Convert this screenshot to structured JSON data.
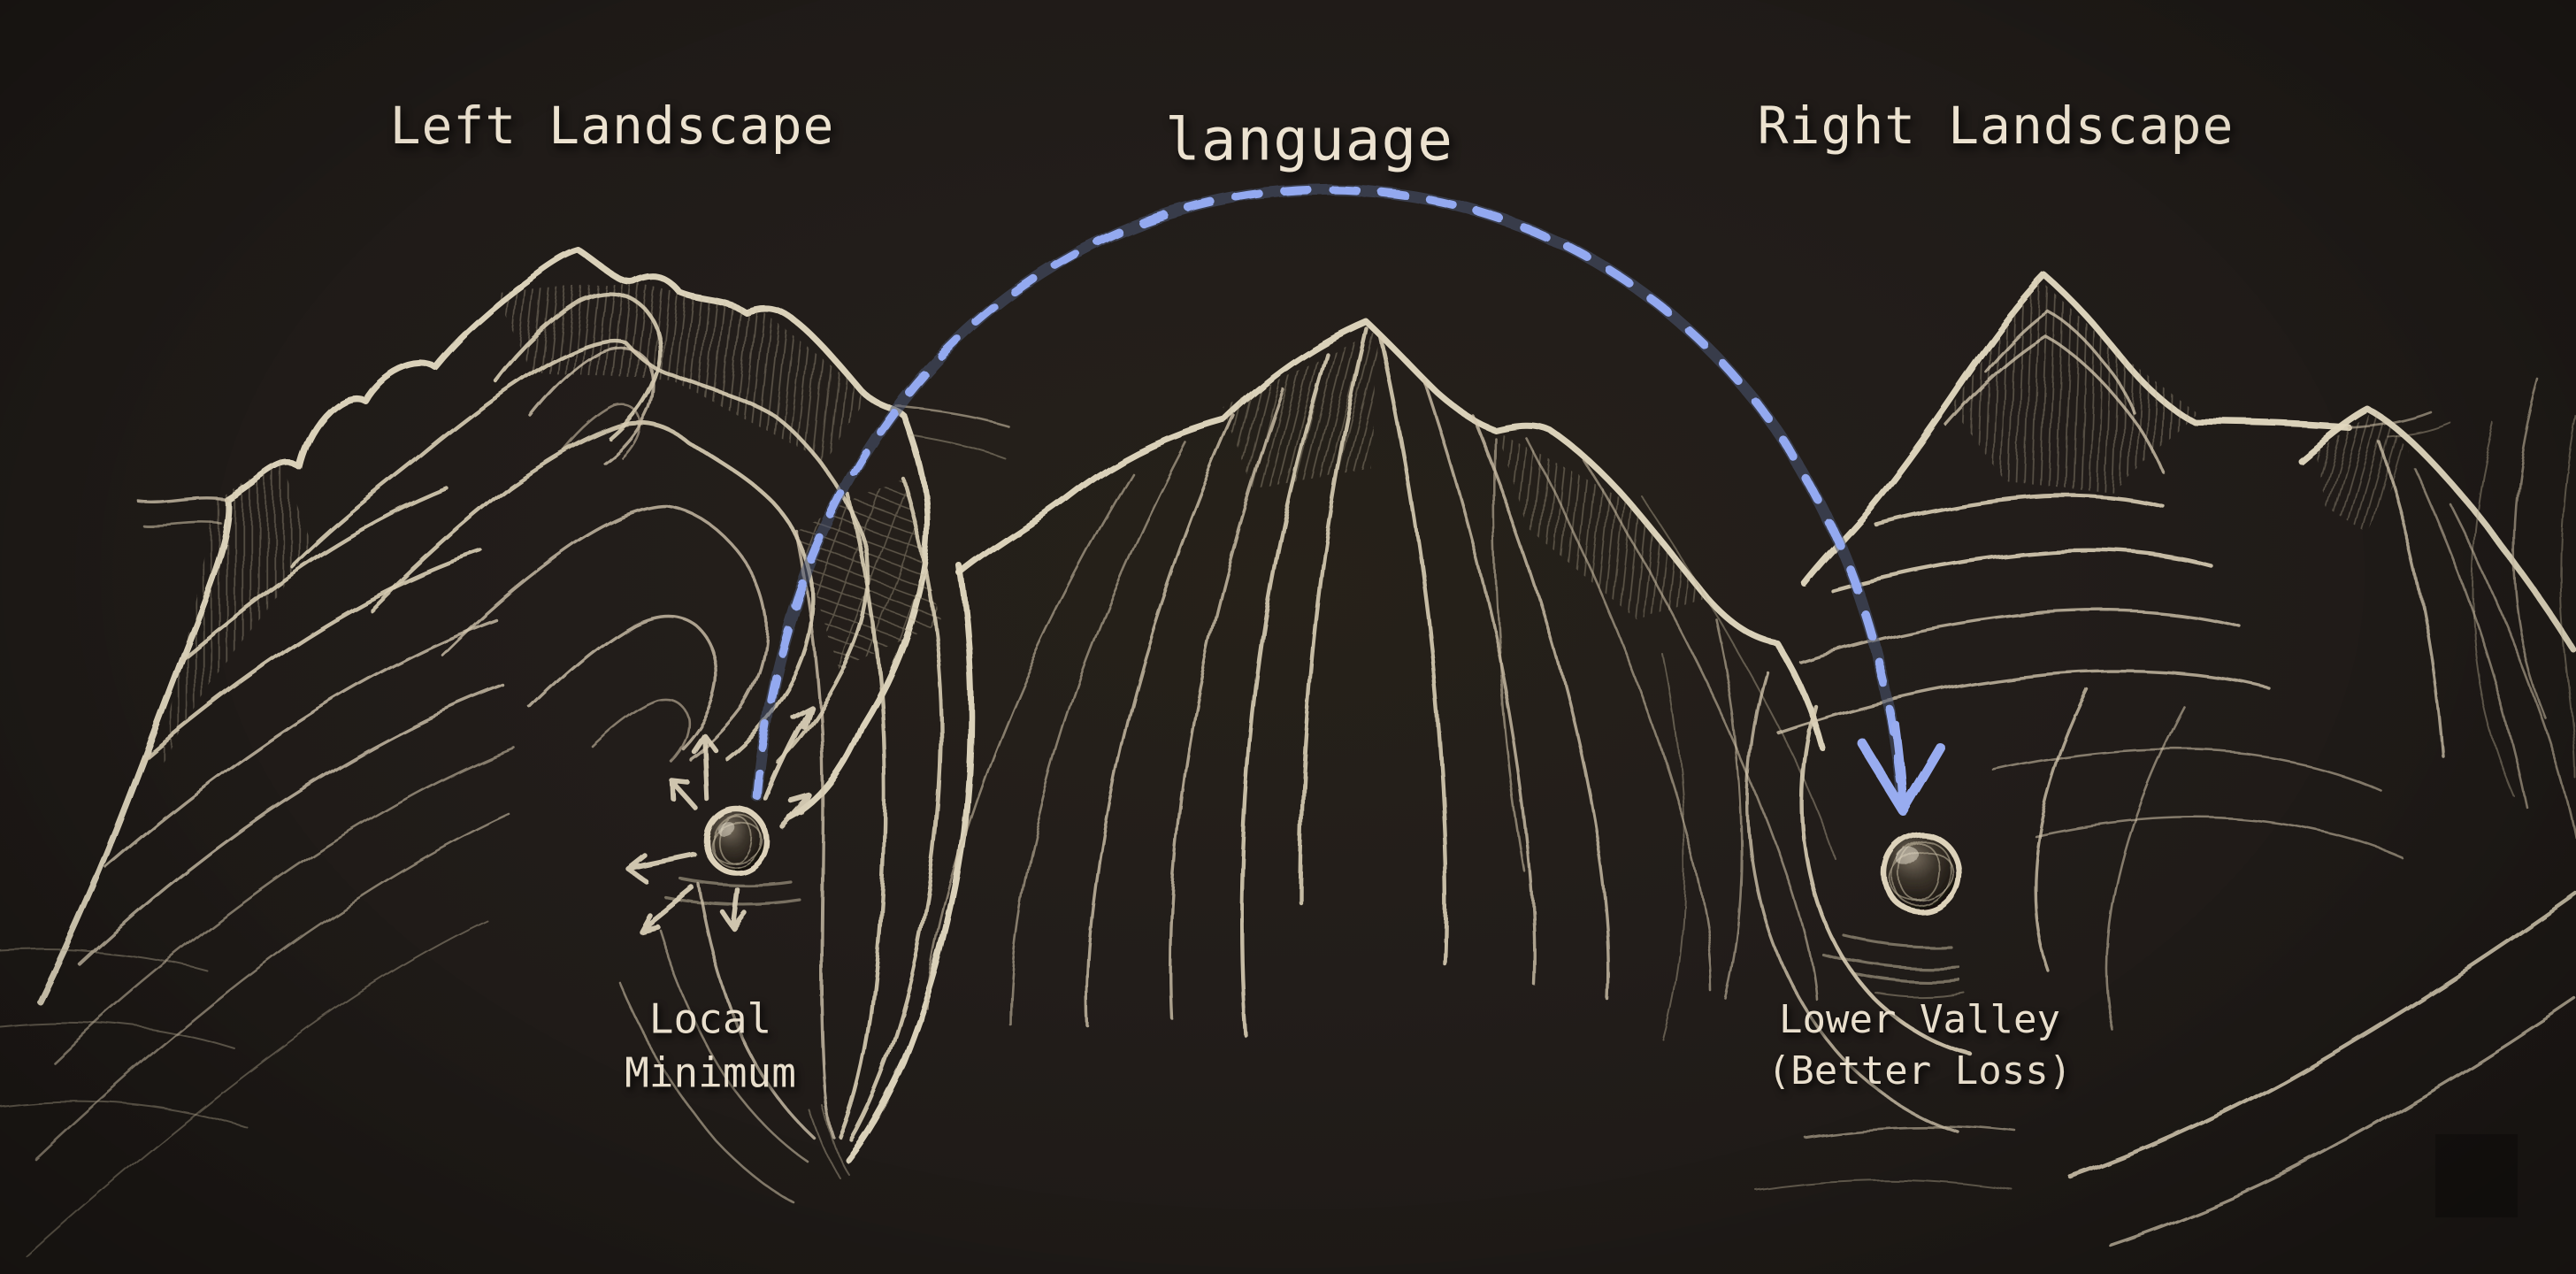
{
  "scene": {
    "background_color": "#211d19",
    "contour_color": "#d8cdb4",
    "accent_color": "#93a9f0",
    "text_color": "#ece2d0"
  },
  "labels": {
    "left_title": "Left Landscape",
    "center_title": "language",
    "right_title": "Right Landscape",
    "left_marker": {
      "line1": "Local",
      "line2": "Minimum"
    },
    "right_marker": {
      "line1": "Lower Valley",
      "line2": "(Better Loss)"
    }
  }
}
